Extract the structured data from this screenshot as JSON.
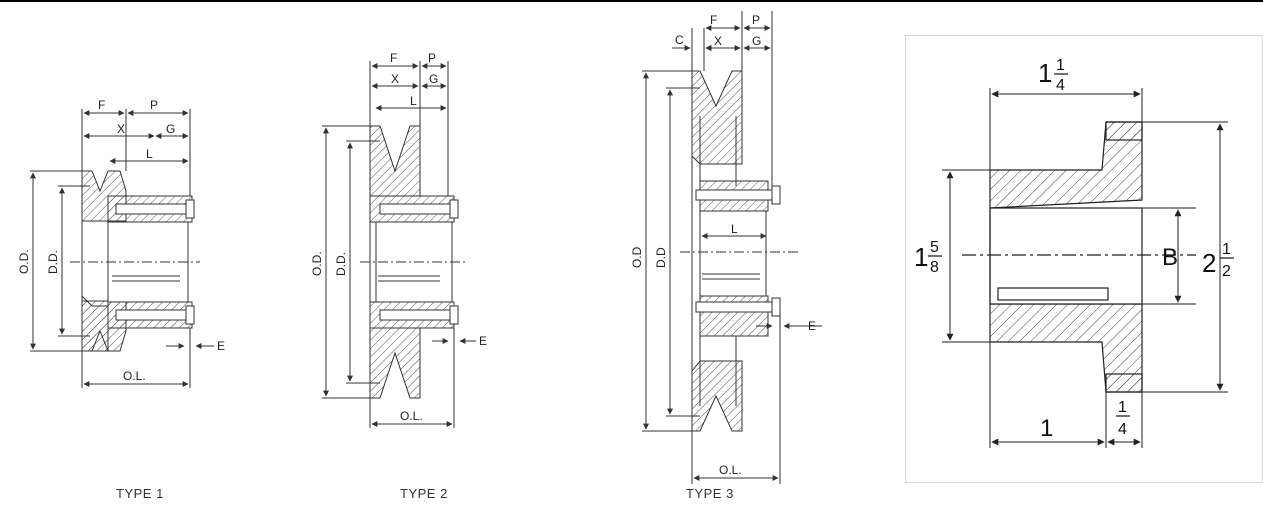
{
  "left_panel": {
    "types": [
      {
        "caption": "TYPE 1",
        "labels": {
          "F": "F",
          "P": "P",
          "X": "X",
          "G": "G",
          "L": "L",
          "OD": "O.D.",
          "DD": "D.D.",
          "E": "E",
          "OL": "O.L."
        }
      },
      {
        "caption": "TYPE 2",
        "labels": {
          "F": "F",
          "P": "P",
          "X": "X",
          "G": "G",
          "L": "L",
          "OD": "O.D.",
          "DD": "D.D.",
          "E": "E",
          "OL": "O.L."
        }
      },
      {
        "caption": "TYPE 3",
        "labels": {
          "C": "C",
          "F": "F",
          "P": "P",
          "X": "X",
          "G": "G",
          "L": "L",
          "OD": "O.D",
          "DD": "D.D",
          "E": "E",
          "OL": "O.L."
        }
      }
    ]
  },
  "right_panel": {
    "top_whole": "1",
    "top_num": "1",
    "top_den": "4",
    "left_whole": "1",
    "left_num": "5",
    "left_den": "8",
    "right_whole": "2",
    "right_num": "1",
    "right_den": "2",
    "bore_label": "B",
    "bottom_left": "1",
    "bottom_right_num": "1",
    "bottom_right_den": "4"
  }
}
